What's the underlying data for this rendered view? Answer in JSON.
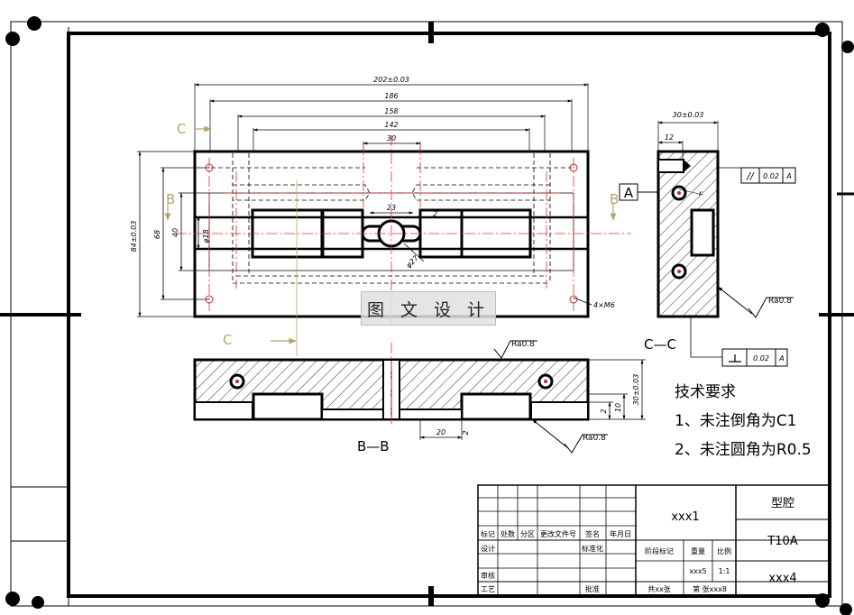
{
  "dimensions": {
    "top_overall": "202±0.03",
    "d186": "186",
    "d158": "158",
    "d142": "142",
    "d30": "30",
    "d23": "23",
    "left_overall": "84±0.03",
    "d68": "68",
    "d40": "40",
    "phi18": "φ18",
    "phi27": "φ27",
    "holes": "4×M6",
    "d2": "2",
    "side_width": "30±0.03",
    "d12": "12",
    "bottom_height": "30±0.03",
    "d10": "10",
    "d20": "20",
    "d2b": "2",
    "d2c": "2"
  },
  "section_labels": {
    "c_left": "C",
    "b_left": "B",
    "b_right": "B",
    "c_mid": "C",
    "cc_view": "C—C",
    "bb_view": "B—B"
  },
  "datum": "A",
  "tolerances": {
    "parallel_value": "0.02",
    "parallel_ref": "A",
    "perp_value": "0.02",
    "perp_ref": "A"
  },
  "roughness": {
    "r1": "Ra0.8",
    "r2": "Ra0.8",
    "r3": "Ra0.8"
  },
  "watermark": "图 文 设 计",
  "tech_requirements": {
    "title": "技术要求",
    "line1": "1、未注倒角为C1",
    "line2": "2、未注圆角为R0.5"
  },
  "title_block": {
    "part_name": "xxx1",
    "material_header": "型腔",
    "material": "T10A",
    "drawing_no": "xxx4",
    "weight": "xxx5",
    "scale": "1:1",
    "sheets": "共xx张",
    "sheet_no": "第 张xxx8",
    "labels": {
      "mark": "标记",
      "count": "处数",
      "zone": "分区",
      "change_doc": "更改文件号",
      "sign": "签名",
      "date": "年月日",
      "design": "设计",
      "standardize": "标准化",
      "stage_mark": "阶段标记",
      "weight": "重量",
      "scale": "比例",
      "check": "审核",
      "process": "工艺",
      "approve": "批准"
    }
  },
  "colors": {
    "centerline": "#e03030",
    "section_arrow": "#b7a36a",
    "outline": "#000000"
  }
}
